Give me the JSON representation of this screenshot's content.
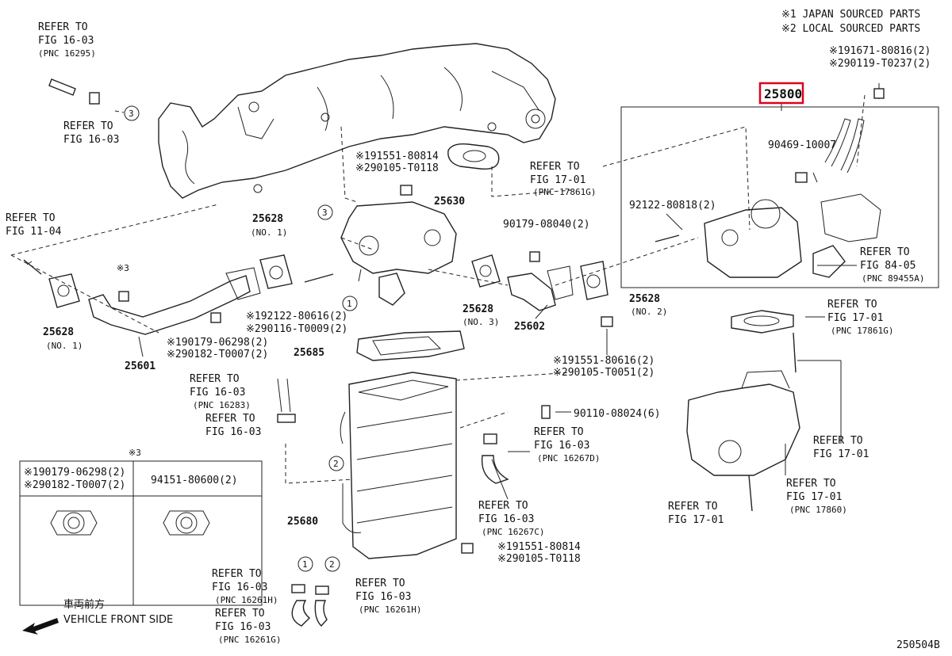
{
  "header": {
    "legend_1": "※1 JAPAN SOURCED PARTS",
    "legend_2": "※2 LOCAL SOURCED PARTS"
  },
  "callouts": [
    {
      "id": "ref_16_03_a1",
      "text": "REFER TO"
    },
    {
      "id": "ref_16_03_a2",
      "text": "FIG 16-03"
    },
    {
      "id": "ref_16_03_a3",
      "text": "(PNC 16295)"
    },
    {
      "id": "ref_16_03_b1",
      "text": "REFER TO"
    },
    {
      "id": "ref_16_03_b2",
      "text": "FIG 16-03"
    },
    {
      "id": "ref_11_04_1",
      "text": "REFER TO"
    },
    {
      "id": "ref_11_04_2",
      "text": "FIG 11-04"
    },
    {
      "id": "p_25628_a",
      "text": "25628"
    },
    {
      "id": "p_25628_a_no",
      "text": "(NO. 1)"
    },
    {
      "id": "p_25628_b",
      "text": "25628"
    },
    {
      "id": "p_25628_b_no",
      "text": "(NO. 1)"
    },
    {
      "id": "p_25601",
      "text": "25601"
    },
    {
      "id": "s_3_a",
      "text": "※3"
    },
    {
      "id": "s_190179_a",
      "text": "※190179-06298(2)"
    },
    {
      "id": "s_290182_a",
      "text": "※290182-T0007(2)"
    },
    {
      "id": "s_192122",
      "text": "※192122-80616(2)"
    },
    {
      "id": "s_290116",
      "text": "※290116-T0009(2)"
    },
    {
      "id": "s_191551_a",
      "text": "※191551-80814"
    },
    {
      "id": "s_290105_a",
      "text": "※290105-T0118"
    },
    {
      "id": "p_25630",
      "text": "25630"
    },
    {
      "id": "ref_17_01_a1",
      "text": "REFER TO"
    },
    {
      "id": "ref_17_01_a2",
      "text": "FIG 17-01"
    },
    {
      "id": "ref_17_01_a3",
      "text": "(PNC 17861G)"
    },
    {
      "id": "p_90179",
      "text": "90179-08040(2)"
    },
    {
      "id": "p_25628_c",
      "text": "25628"
    },
    {
      "id": "p_25628_c_no",
      "text": "(NO. 3)"
    },
    {
      "id": "p_25602",
      "text": "25602"
    },
    {
      "id": "p_25628_d",
      "text": "25628"
    },
    {
      "id": "p_25628_d_no",
      "text": "(NO. 2)"
    },
    {
      "id": "p_25685",
      "text": "25685"
    },
    {
      "id": "s_191551_b",
      "text": "※191551-80616(2)"
    },
    {
      "id": "s_290105_b",
      "text": "※290105-T0051(2)"
    },
    {
      "id": "ref_16_03_c1",
      "text": "REFER TO"
    },
    {
      "id": "ref_16_03_c2",
      "text": "FIG 16-03"
    },
    {
      "id": "ref_16_03_c3",
      "text": "(PNC 16283)"
    },
    {
      "id": "ref_16_03_d1",
      "text": "REFER TO"
    },
    {
      "id": "ref_16_03_d2",
      "text": "FIG 16-03"
    },
    {
      "id": "p_90110",
      "text": "90110-08024(6)"
    },
    {
      "id": "ref_16_03_e1",
      "text": "REFER TO"
    },
    {
      "id": "ref_16_03_e2",
      "text": "FIG 16-03"
    },
    {
      "id": "ref_16_03_e3",
      "text": "(PNC 16267D)"
    },
    {
      "id": "ref_16_03_f1",
      "text": "REFER TO"
    },
    {
      "id": "ref_16_03_f2",
      "text": "FIG 16-03"
    },
    {
      "id": "ref_16_03_f3",
      "text": "(PNC 16267C)"
    },
    {
      "id": "p_25680",
      "text": "25680"
    },
    {
      "id": "s_191551_c",
      "text": "※191551-80814"
    },
    {
      "id": "s_290105_c",
      "text": "※290105-T0118"
    },
    {
      "id": "ref_16_03_g1",
      "text": "REFER TO"
    },
    {
      "id": "ref_16_03_g2",
      "text": "FIG 16-03"
    },
    {
      "id": "ref_16_03_g3",
      "text": "(PNC 16261H)"
    },
    {
      "id": "ref_16_03_h1",
      "text": "REFER TO"
    },
    {
      "id": "ref_16_03_h2",
      "text": "FIG 16-03"
    },
    {
      "id": "ref_16_03_h3",
      "text": "(PNC 16261H)"
    },
    {
      "id": "ref_16_03_i1",
      "text": "REFER TO"
    },
    {
      "id": "ref_16_03_i2",
      "text": "FIG 16-03"
    },
    {
      "id": "ref_16_03_i3",
      "text": "(PNC 16261G)"
    },
    {
      "id": "s_191671",
      "text": "※191671-80816(2)"
    },
    {
      "id": "s_290119",
      "text": "※290119-T0237(2)"
    },
    {
      "id": "p_90469",
      "text": "90469-10007"
    },
    {
      "id": "p_92122",
      "text": "92122-80818(2)"
    },
    {
      "id": "ref_84_05_1",
      "text": "REFER TO"
    },
    {
      "id": "ref_84_05_2",
      "text": "FIG 84-05"
    },
    {
      "id": "ref_84_05_3",
      "text": "(PNC 89455A)"
    },
    {
      "id": "ref_17_01_b1",
      "text": "REFER TO"
    },
    {
      "id": "ref_17_01_b2",
      "text": "FIG 17-01"
    },
    {
      "id": "ref_17_01_b3",
      "text": "(PNC 17861G)"
    },
    {
      "id": "ref_17_01_c1",
      "text": "REFER TO"
    },
    {
      "id": "ref_17_01_c2",
      "text": "FIG 17-01"
    },
    {
      "id": "ref_17_01_d1",
      "text": "REFER TO"
    },
    {
      "id": "ref_17_01_d2",
      "text": "FIG 17-01"
    },
    {
      "id": "ref_17_01_d3",
      "text": "(PNC 17860)"
    },
    {
      "id": "ref_17_01_e1",
      "text": "REFER TO"
    },
    {
      "id": "ref_17_01_e2",
      "text": "FIG 17-01"
    },
    {
      "id": "s_3_box",
      "text": "※3"
    },
    {
      "id": "box_left_1",
      "text": "※190179-06298(2)"
    },
    {
      "id": "box_left_2",
      "text": "※290182-T0007(2)"
    },
    {
      "id": "box_right",
      "text": "94151-80600(2)"
    },
    {
      "id": "front_jp",
      "text": "車両前方"
    },
    {
      "id": "front_en",
      "text": "VEHICLE FRONT SIDE"
    },
    {
      "id": "diagram_code",
      "text": "250504B"
    }
  ],
  "highlight_part": "25800",
  "circle_refs": [
    "3",
    "3",
    "1",
    "2",
    "1",
    "2"
  ],
  "colors": {
    "highlight": "#e0001b",
    "ink": "#222222"
  }
}
